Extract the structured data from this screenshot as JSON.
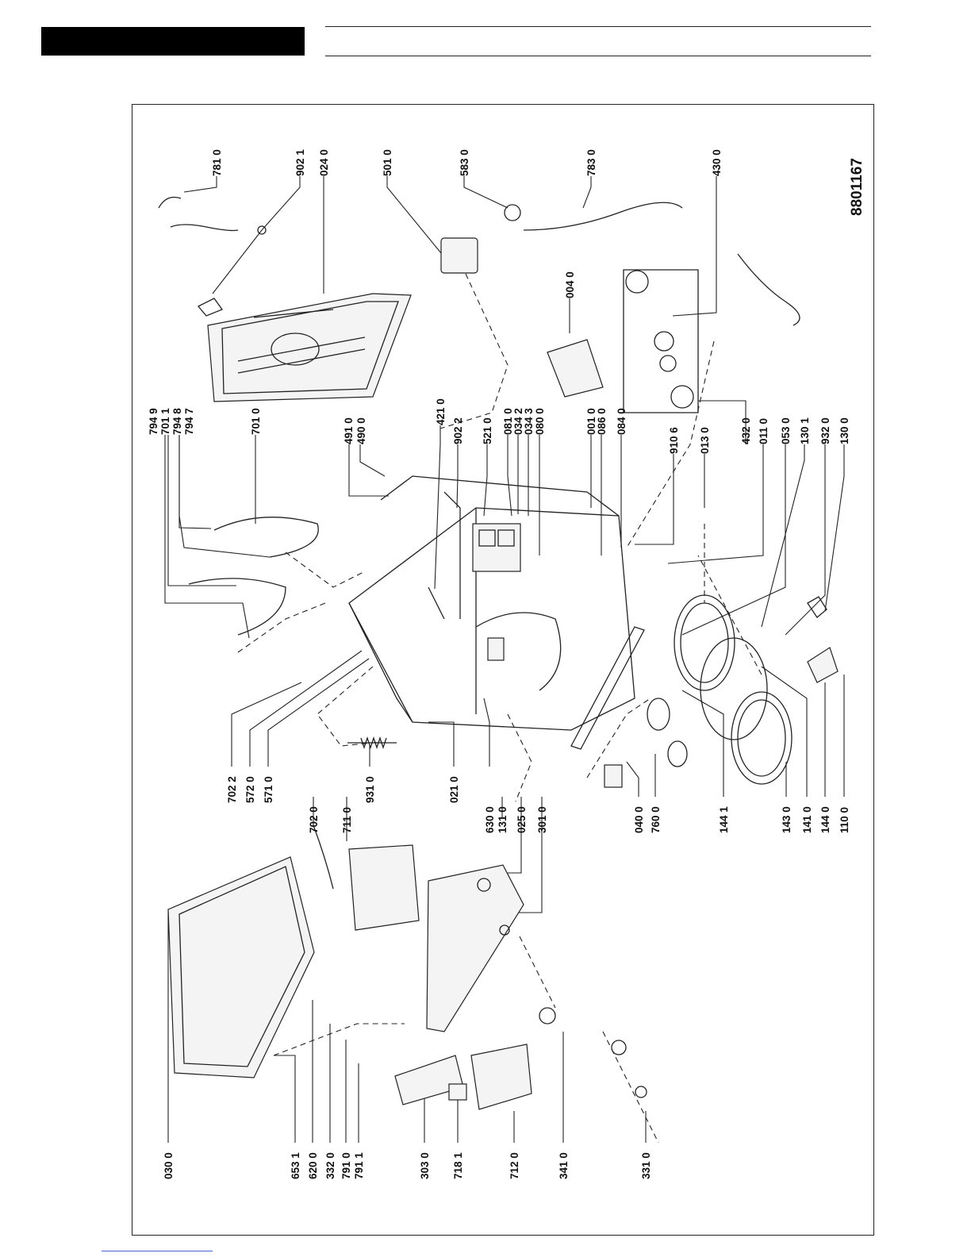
{
  "drawing_number": "8801167",
  "labels": [
    "781 0",
    "902 1",
    "024 0",
    "501 0",
    "583 0",
    "783 0",
    "430 0",
    "794 9",
    "701 1",
    "794 8",
    "794 7",
    "701 0",
    "491 0",
    "490 0",
    "421 0",
    "902 2",
    "521 0",
    "081 0",
    "034 2",
    "034 3",
    "080 0",
    "001 0",
    "086 0",
    "084 0",
    "004 0",
    "910 6",
    "013 0",
    "432 0",
    "011 0",
    "053 0",
    "130 1",
    "932 0",
    "130 0",
    "702 2",
    "572 0",
    "571 0",
    "702 0",
    "711 0",
    "931 0",
    "021 0",
    "630 0",
    "131 0",
    "025 0",
    "301 0",
    "040 0",
    "760 0",
    "144 1",
    "143 0",
    "141 0",
    "144 0",
    "110 0",
    "030 0",
    "653 1",
    "620 0",
    "332 0",
    "791 0",
    "791 1",
    "303 0",
    "718 1",
    "712 0",
    "341 0",
    "331 0"
  ]
}
